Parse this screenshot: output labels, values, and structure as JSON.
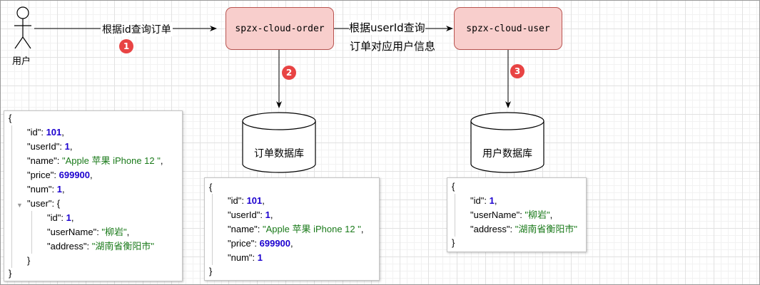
{
  "actor": {
    "label": "用户"
  },
  "arrows": {
    "query_order_label": "根据id查询订单",
    "query_user_line1": "根据userId查询",
    "query_user_line2": "订单对应用户信息"
  },
  "services": {
    "order": "spzx-cloud-order",
    "user": "spzx-cloud-user"
  },
  "steps": [
    "1",
    "2",
    "3"
  ],
  "databases": {
    "order_db": "订单数据库",
    "user_db": "用户数据库"
  },
  "json_left": {
    "open": "{",
    "close": "}",
    "id_key": "\"id\": ",
    "id_val": "101",
    "userId_key": "\"userId\": ",
    "userId_val": "1",
    "name_key": "\"name\": ",
    "name_val": "\"Apple 苹果 iPhone 12 \"",
    "price_key": "\"price\": ",
    "price_val": "699900",
    "num_key": "\"num\": ",
    "num_val": "1",
    "user_key": "\"user\": {",
    "user_id_key": "\"id\": ",
    "user_id_val": "1",
    "user_name_key": "\"userName\": ",
    "user_name_val": "\"柳岩\"",
    "user_addr_key": "\"address\": ",
    "user_addr_val": "\"湖南省衡阳市\"",
    "user_close": "}"
  },
  "json_order": {
    "open": "{",
    "close": "}",
    "id_key": "\"id\": ",
    "id_val": "101",
    "userId_key": "\"userId\": ",
    "userId_val": "1",
    "name_key": "\"name\": ",
    "name_val": "\"Apple 苹果 iPhone 12 \"",
    "price_key": "\"price\": ",
    "price_val": "699900",
    "num_key": "\"num\": ",
    "num_val": "1"
  },
  "json_user": {
    "open": "{",
    "close": "}",
    "id_key": "\"id\": ",
    "id_val": "1",
    "name_key": "\"userName\": ",
    "name_val": "\"柳岩\"",
    "addr_key": "\"address\": ",
    "addr_val": "\"湖南省衡阳市\""
  }
}
